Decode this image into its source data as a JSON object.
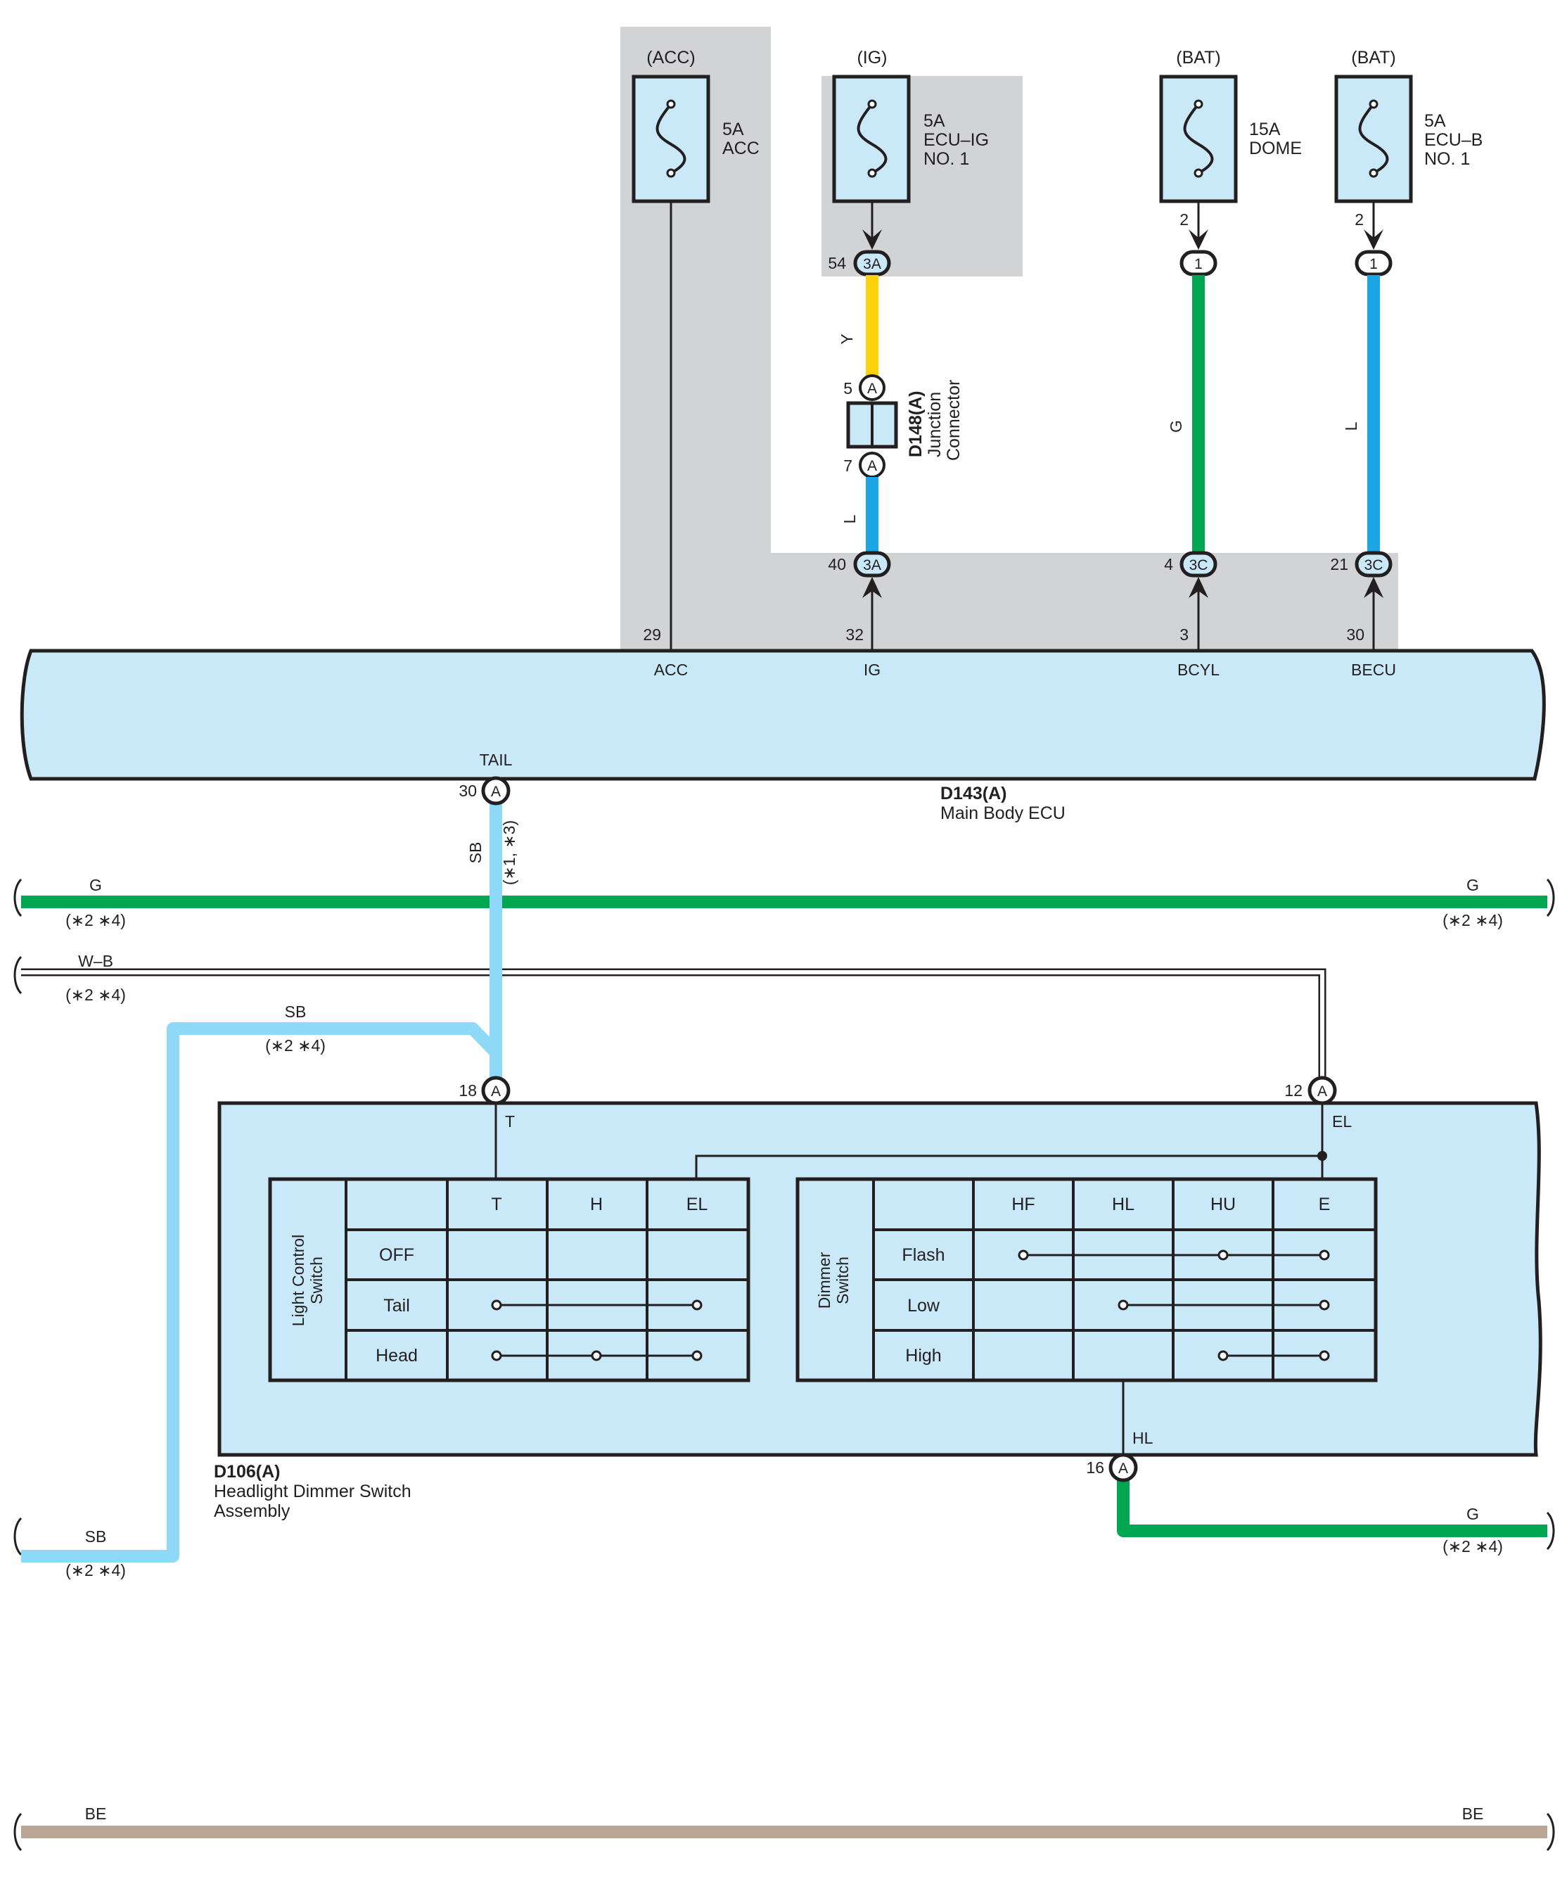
{
  "colors": {
    "Y": "#fdd20a",
    "L": "#1ba7e6",
    "G": "#00a651",
    "SB": "#8ed8f8",
    "BE": "#bba795",
    "W-B": "#ffffff",
    "ecu_fill": "#cae9f8",
    "shade": "#d2d3d5",
    "outline": "#231f20"
  },
  "fuses": {
    "acc": {
      "source": "(ACC)",
      "amp": "5A",
      "name": "ACC",
      "name2": ""
    },
    "ig": {
      "source": "(IG)",
      "amp": "5A",
      "name": "ECU–IG",
      "name2": "NO. 1",
      "pin": "54",
      "conn": "3A"
    },
    "dome": {
      "source": "(BAT)",
      "amp": "15A",
      "name": "DOME",
      "name2": "",
      "pin": "2",
      "conn": "1"
    },
    "ecub": {
      "source": "(BAT)",
      "amp": "5A",
      "name": "ECU–B",
      "name2": "NO. 1",
      "pin": "2",
      "conn": "1"
    }
  },
  "junction": {
    "code": "D148(A)",
    "name1": "Junction",
    "name2": "Connector",
    "pin_top": "5",
    "pin_bottom": "7",
    "conn": "A"
  },
  "wires": {
    "ig_top_color": "Y",
    "ig_bottom_color": "L",
    "dome_color": "G",
    "ecub_color": "L",
    "tail_color": "SB",
    "tail_note": "(∗1, ∗3)"
  },
  "ecu_connectors": {
    "ig_pin": "40",
    "ig_conn": "3A",
    "dome_pin": "4",
    "dome_conn": "3C",
    "ecub_pin": "21",
    "ecub_conn": "3C"
  },
  "main_ecu": {
    "code": "D143(A)",
    "name": "Main Body ECU",
    "terminals": [
      {
        "pin": "29",
        "name": "ACC"
      },
      {
        "pin": "32",
        "name": "IG"
      },
      {
        "pin": "3",
        "name": "BCYL"
      },
      {
        "pin": "30",
        "name": "BECU"
      }
    ],
    "tail": {
      "name": "TAIL",
      "pin": "30",
      "conn": "A"
    }
  },
  "buses": {
    "g": {
      "left": "G",
      "right": "G",
      "note": "(∗2 ∗4)"
    },
    "wb": {
      "left": "W–B",
      "note": "(∗2 ∗4)"
    },
    "sb": {
      "top": "SB",
      "top_note": "(∗2 ∗4)",
      "bottom": "SB",
      "bottom_note": "(∗2 ∗4)"
    },
    "hl_out": {
      "label": "G",
      "note": "(∗2 ∗4)"
    },
    "be": {
      "left": "BE",
      "right": "BE"
    }
  },
  "switch_assembly": {
    "code": "D106(A)",
    "name1": "Headlight Dimmer Switch",
    "name2": "Assembly",
    "pins": [
      {
        "pin": "18",
        "conn": "A",
        "name": "T"
      },
      {
        "pin": "12",
        "conn": "A",
        "name": "EL"
      },
      {
        "pin": "16",
        "conn": "A",
        "name": "HL"
      }
    ]
  },
  "light_control_table": {
    "title1": "Light Control",
    "title2": "Switch",
    "columns": [
      "T",
      "H",
      "EL"
    ],
    "rows": [
      "OFF",
      "Tail",
      "Head"
    ]
  },
  "dimmer_table": {
    "title1": "Dimmer",
    "title2": "Switch",
    "columns": [
      "HF",
      "HL",
      "HU",
      "E"
    ],
    "rows": [
      "Flash",
      "Low",
      "High"
    ]
  }
}
